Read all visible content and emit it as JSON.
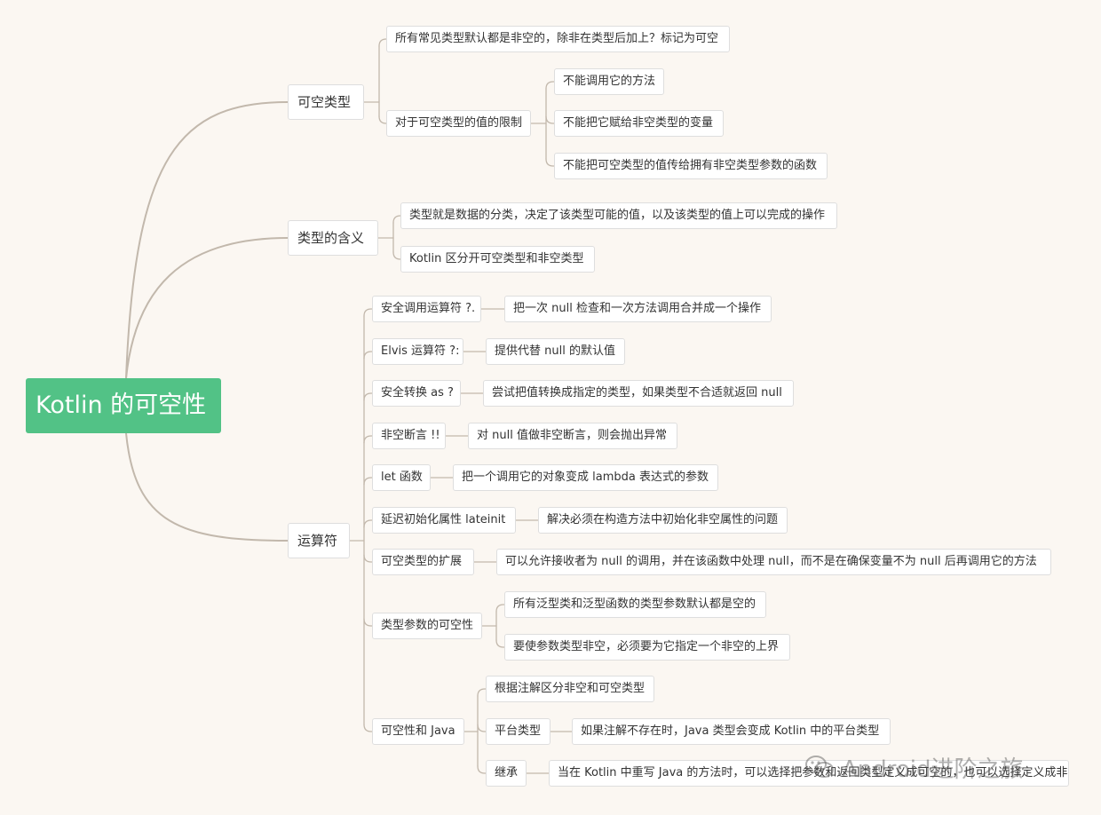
{
  "root": "Kotlin 的可空性",
  "nodes": {
    "nullable": "可空类型",
    "nullable_default": "所有常见类型默认都是非空的，除非在类型后加上？标记为可空",
    "nullable_limits": "对于可空类型的值的限制",
    "limit_1": "不能调用它的方法",
    "limit_2": "不能把它赋给非空类型的变量",
    "limit_3": "不能把可空类型的值传给拥有非空类型参数的函数",
    "meaning": "类型的含义",
    "meaning_1": "类型就是数据的分类，决定了该类型可能的值，以及该类型的值上可以完成的操作",
    "meaning_2": "Kotlin 区分开可空类型和非空类型",
    "operators": "运算符",
    "safe_call": "安全调用运算符 ?.",
    "safe_call_desc": "把一次 null 检查和一次方法调用合并成一个操作",
    "elvis": "Elvis 运算符 ?:",
    "elvis_desc": "提供代替 null 的默认值",
    "safe_cast": "安全转换 as ?",
    "safe_cast_desc": "尝试把值转换成指定的类型，如果类型不合适就返回 null",
    "not_null": "非空断言 !!",
    "not_null_desc": "对 null 值做非空断言，则会抛出异常",
    "let_fn": "let 函数",
    "let_fn_desc": "把一个调用它的对象变成 lambda 表达式的参数",
    "lateinit": "延迟初始化属性 lateinit",
    "lateinit_desc": "解决必须在构造方法中初始化非空属性的问题",
    "ext": "可空类型的扩展",
    "ext_desc": "可以允许接收者为 null 的调用，并在该函数中处理 null，而不是在确保变量不为 null 后再调用它的方法",
    "generic": "类型参数的可空性",
    "generic_1": "所有泛型类和泛型函数的类型参数默认都是空的",
    "generic_2": "要使参数类型非空，必须要为它指定一个非空的上界",
    "java": "可空性和 Java",
    "java_anno": "根据注解区分非空和可空类型",
    "platform": "平台类型",
    "platform_desc": "如果注解不存在时，Java 类型会变成 Kotlin 中的平台类型",
    "inherit": "继承",
    "inherit_desc": "当在 Kotlin 中重写 Java 的方法时，可以选择把参数和返回类型定义成可空的，也可以选择定义成非空的"
  },
  "watermark": "Android进阶之旅",
  "colors": {
    "root_fill": "#52c286",
    "branch_line": "#c2b8ac",
    "background": "#fbf7f2"
  }
}
